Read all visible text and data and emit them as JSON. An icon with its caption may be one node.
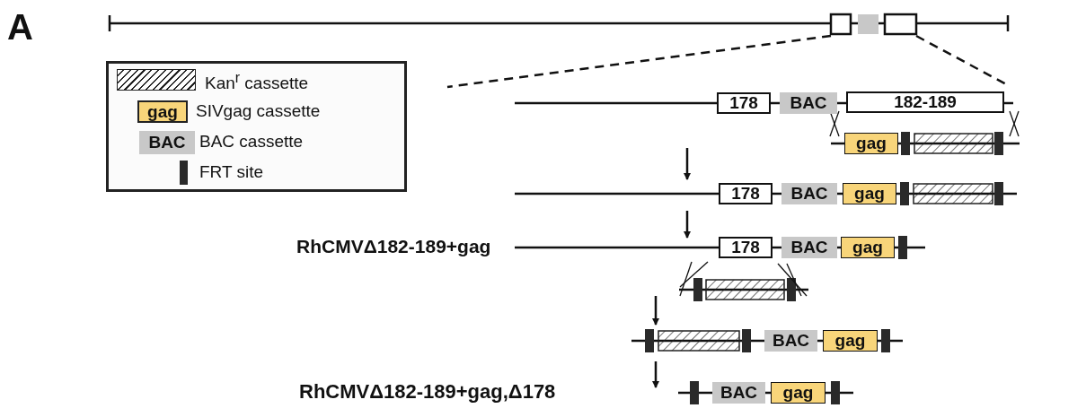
{
  "diagram": {
    "nodes": [
      {
        "text": [
          "178"
        ]
      },
      {
        "text": [
          "BAC"
        ]
      },
      {
        "text": [
          "182-189"
        ]
      },
      {
        "text": [
          "gag"
        ]
      },
      {
        "text": [
          "178"
        ]
      },
      {
        "text": [
          "BAC"
        ]
      },
      {
        "text": [
          "gag"
        ]
      },
      {
        "text": [
          "178"
        ]
      },
      {
        "text": [
          "BAC"
        ]
      },
      {
        "text": [
          "gag"
        ]
      },
      {
        "text": [
          "BAC"
        ]
      },
      {
        "text": [
          "gag"
        ]
      },
      {
        "text": [
          "BAC"
        ]
      },
      {
        "text": [
          "gag"
        ]
      },
      {
        "text": [],
        "shape": "box"
      },
      {
        "text": [],
        "shape": "box"
      },
      {
        "text": [],
        "shape": "box"
      },
      {
        "text": [],
        "shape": "box"
      }
    ],
    "edges": [],
    "labels": [
      "A",
      "gag",
      "BAC",
      "RhCMVΔ182-189+gag",
      "RhCMVΔ182-189+gag,Δ178"
    ],
    "legend": [
      {
        "text": "Kan$^{r}$ cassette"
      },
      {
        "text": "SIVgag cassette",
        "color": "#f8d57a"
      },
      {
        "text": "BAC cassette",
        "color": "#c8c8c8"
      },
      {
        "text": "FRT site"
      }
    ]
  }
}
